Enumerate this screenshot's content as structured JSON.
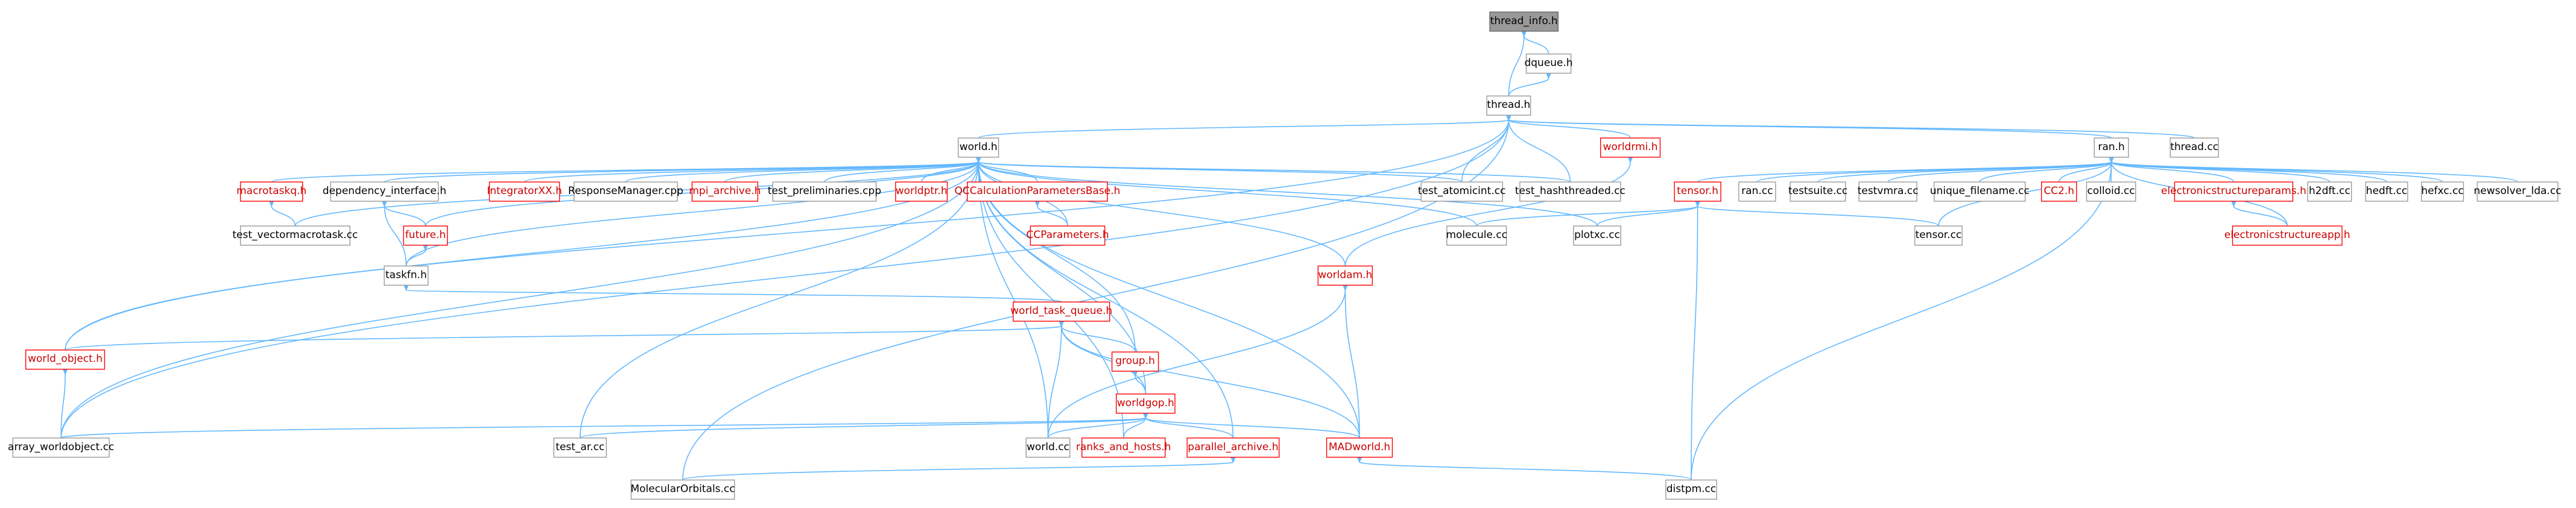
{
  "colors": {
    "edge": "#63b8ff",
    "node_border": "#999999",
    "node_border_red": "#ff0000",
    "focus_fill": "#999999",
    "text": "#000000"
  },
  "nodes": [
    {
      "id": "thread_info_h",
      "label": "thread_info.h",
      "style": "focus"
    },
    {
      "id": "dqueue_h",
      "label": "dqueue.h",
      "style": "normal"
    },
    {
      "id": "thread_h",
      "label": "thread.h",
      "style": "normal"
    },
    {
      "id": "world_h",
      "label": "world.h",
      "style": "normal"
    },
    {
      "id": "worldrmi_h",
      "label": "worldrmi.h",
      "style": "red"
    },
    {
      "id": "ran_h",
      "label": "ran.h",
      "style": "normal"
    },
    {
      "id": "thread_cc",
      "label": "thread.cc",
      "style": "normal"
    },
    {
      "id": "macrotaskq_h",
      "label": "macrotaskq.h",
      "style": "red"
    },
    {
      "id": "dependency_interface_h",
      "label": "dependency_interface.h",
      "style": "normal"
    },
    {
      "id": "IntegratorXX_h",
      "label": "IntegratorXX.h",
      "style": "red"
    },
    {
      "id": "ResponseManager_cpp",
      "label": "ResponseManager.cpp",
      "style": "normal"
    },
    {
      "id": "mpi_archive_h",
      "label": "mpi_archive.h",
      "style": "red"
    },
    {
      "id": "test_preliminaries_cpp",
      "label": "test_preliminaries.cpp",
      "style": "normal"
    },
    {
      "id": "worldptr_h",
      "label": "worldptr.h",
      "style": "red"
    },
    {
      "id": "QCCalculationParametersBase_h",
      "label": "QCCalculationParametersBase.h",
      "style": "red"
    },
    {
      "id": "test_atomicint_cc",
      "label": "test_atomicint.cc",
      "style": "normal"
    },
    {
      "id": "test_hashthreaded_cc",
      "label": "test_hashthreaded.cc",
      "style": "normal"
    },
    {
      "id": "tensor_h",
      "label": "tensor.h",
      "style": "red"
    },
    {
      "id": "ran_cc",
      "label": "ran.cc",
      "style": "normal"
    },
    {
      "id": "testsuite_cc",
      "label": "testsuite.cc",
      "style": "normal"
    },
    {
      "id": "testvmra_cc",
      "label": "testvmra.cc",
      "style": "normal"
    },
    {
      "id": "unique_filename_cc",
      "label": "unique_filename.cc",
      "style": "normal"
    },
    {
      "id": "CC2_h",
      "label": "CC2.h",
      "style": "red"
    },
    {
      "id": "colloid_cc",
      "label": "colloid.cc",
      "style": "normal"
    },
    {
      "id": "electronicstructureparams_h",
      "label": "electronicstructureparams.h",
      "style": "red"
    },
    {
      "id": "h2dft_cc",
      "label": "h2dft.cc",
      "style": "normal"
    },
    {
      "id": "hedft_cc",
      "label": "hedft.cc",
      "style": "normal"
    },
    {
      "id": "hefxc_cc",
      "label": "hefxc.cc",
      "style": "normal"
    },
    {
      "id": "newsolver_lda_cc",
      "label": "newsolver_lda.cc",
      "style": "normal"
    },
    {
      "id": "test_vectormacrotask_cc",
      "label": "test_vectormacrotask.cc",
      "style": "normal"
    },
    {
      "id": "future_h",
      "label": "future.h",
      "style": "red"
    },
    {
      "id": "CCParameters_h",
      "label": "CCParameters.h",
      "style": "red"
    },
    {
      "id": "molecule_cc",
      "label": "molecule.cc",
      "style": "normal"
    },
    {
      "id": "plotxc_cc",
      "label": "plotxc.cc",
      "style": "normal"
    },
    {
      "id": "tensor_cc",
      "label": "tensor.cc",
      "style": "normal"
    },
    {
      "id": "electronicstructureapp_h",
      "label": "electronicstructureapp.h",
      "style": "red"
    },
    {
      "id": "taskfn_h",
      "label": "taskfn.h",
      "style": "normal"
    },
    {
      "id": "worldam_h",
      "label": "worldam.h",
      "style": "red"
    },
    {
      "id": "world_task_queue_h",
      "label": "world_task_queue.h",
      "style": "red"
    },
    {
      "id": "world_object_h",
      "label": "world_object.h",
      "style": "red"
    },
    {
      "id": "group_h",
      "label": "group.h",
      "style": "red"
    },
    {
      "id": "worldgop_h",
      "label": "worldgop.h",
      "style": "red"
    },
    {
      "id": "array_worldobject_cc",
      "label": "array_worldobject.cc",
      "style": "normal"
    },
    {
      "id": "test_ar_cc",
      "label": "test_ar.cc",
      "style": "normal"
    },
    {
      "id": "world_cc",
      "label": "world.cc",
      "style": "normal"
    },
    {
      "id": "ranks_and_hosts_h",
      "label": "ranks_and_hosts.h",
      "style": "red"
    },
    {
      "id": "parallel_archive_h",
      "label": "parallel_archive.h",
      "style": "red"
    },
    {
      "id": "MADworld_h",
      "label": "MADworld.h",
      "style": "red"
    },
    {
      "id": "MolecularOrbitals_cc",
      "label": "MolecularOrbitals.cc",
      "style": "normal"
    },
    {
      "id": "distpm_cc",
      "label": "distpm.cc",
      "style": "normal"
    }
  ],
  "edges": [
    [
      "thread_info_h",
      "dqueue_h"
    ],
    [
      "thread_info_h",
      "thread_h"
    ],
    [
      "dqueue_h",
      "thread_h"
    ],
    [
      "thread_h",
      "world_h"
    ],
    [
      "thread_h",
      "worldrmi_h"
    ],
    [
      "thread_h",
      "ran_h"
    ],
    [
      "thread_h",
      "thread_cc"
    ],
    [
      "thread_h",
      "test_atomicint_cc"
    ],
    [
      "thread_h",
      "test_hashthreaded_cc"
    ],
    [
      "thread_h",
      "MolecularOrbitals_cc"
    ],
    [
      "thread_h",
      "array_worldobject_cc"
    ],
    [
      "thread_h",
      "world_object_h"
    ],
    [
      "worldrmi_h",
      "worldam_h"
    ],
    [
      "world_h",
      "macrotaskq_h"
    ],
    [
      "world_h",
      "dependency_interface_h"
    ],
    [
      "world_h",
      "IntegratorXX_h"
    ],
    [
      "world_h",
      "ResponseManager_cpp"
    ],
    [
      "world_h",
      "mpi_archive_h"
    ],
    [
      "world_h",
      "test_preliminaries_cpp"
    ],
    [
      "world_h",
      "worldptr_h"
    ],
    [
      "world_h",
      "QCCalculationParametersBase_h"
    ],
    [
      "world_h",
      "CCParameters_h"
    ],
    [
      "world_h",
      "test_atomicint_cc"
    ],
    [
      "world_h",
      "test_hashthreaded_cc"
    ],
    [
      "world_h",
      "molecule_cc"
    ],
    [
      "world_h",
      "plotxc_cc"
    ],
    [
      "world_h",
      "test_vectormacrotask_cc"
    ],
    [
      "world_h",
      "future_h"
    ],
    [
      "world_h",
      "taskfn_h"
    ],
    [
      "world_h",
      "worldam_h"
    ],
    [
      "world_h",
      "group_h"
    ],
    [
      "world_h",
      "worldgop_h"
    ],
    [
      "world_h",
      "world_cc"
    ],
    [
      "world_h",
      "test_ar_cc"
    ],
    [
      "world_h",
      "ranks_and_hosts_h"
    ],
    [
      "world_h",
      "parallel_archive_h"
    ],
    [
      "world_h",
      "MADworld_h"
    ],
    [
      "world_h",
      "array_worldobject_cc"
    ],
    [
      "world_h",
      "world_object_h"
    ],
    [
      "macrotaskq_h",
      "test_vectormacrotask_cc"
    ],
    [
      "dependency_interface_h",
      "future_h"
    ],
    [
      "dependency_interface_h",
      "taskfn_h"
    ],
    [
      "QCCalculationParametersBase_h",
      "CCParameters_h"
    ],
    [
      "future_h",
      "taskfn_h"
    ],
    [
      "taskfn_h",
      "world_task_queue_h"
    ],
    [
      "ran_h",
      "tensor_h"
    ],
    [
      "ran_h",
      "ran_cc"
    ],
    [
      "ran_h",
      "testsuite_cc"
    ],
    [
      "ran_h",
      "testvmra_cc"
    ],
    [
      "ran_h",
      "unique_filename_cc"
    ],
    [
      "ran_h",
      "CC2_h"
    ],
    [
      "ran_h",
      "colloid_cc"
    ],
    [
      "ran_h",
      "electronicstructureparams_h"
    ],
    [
      "ran_h",
      "h2dft_cc"
    ],
    [
      "ran_h",
      "hedft_cc"
    ],
    [
      "ran_h",
      "hefxc_cc"
    ],
    [
      "ran_h",
      "newsolver_lda_cc"
    ],
    [
      "ran_h",
      "tensor_cc"
    ],
    [
      "ran_h",
      "electronicstructureapp_h"
    ],
    [
      "ran_h",
      "distpm_cc"
    ],
    [
      "electronicstructureparams_h",
      "electronicstructureapp_h"
    ],
    [
      "tensor_h",
      "molecule_cc"
    ],
    [
      "tensor_h",
      "plotxc_cc"
    ],
    [
      "tensor_h",
      "tensor_cc"
    ],
    [
      "tensor_h",
      "distpm_cc"
    ],
    [
      "worldam_h",
      "MADworld_h"
    ],
    [
      "worldam_h",
      "world_cc"
    ],
    [
      "world_task_queue_h",
      "world_object_h"
    ],
    [
      "world_task_queue_h",
      "group_h"
    ],
    [
      "world_task_queue_h",
      "worldgop_h"
    ],
    [
      "world_task_queue_h",
      "world_cc"
    ],
    [
      "world_task_queue_h",
      "MADworld_h"
    ],
    [
      "world_object_h",
      "array_worldobject_cc"
    ],
    [
      "group_h",
      "worldgop_h"
    ],
    [
      "worldgop_h",
      "array_worldobject_cc"
    ],
    [
      "worldgop_h",
      "test_ar_cc"
    ],
    [
      "worldgop_h",
      "world_cc"
    ],
    [
      "worldgop_h",
      "ranks_and_hosts_h"
    ],
    [
      "worldgop_h",
      "parallel_archive_h"
    ],
    [
      "worldgop_h",
      "MADworld_h"
    ],
    [
      "parallel_archive_h",
      "MolecularOrbitals_cc"
    ],
    [
      "MADworld_h",
      "distpm_cc"
    ]
  ]
}
